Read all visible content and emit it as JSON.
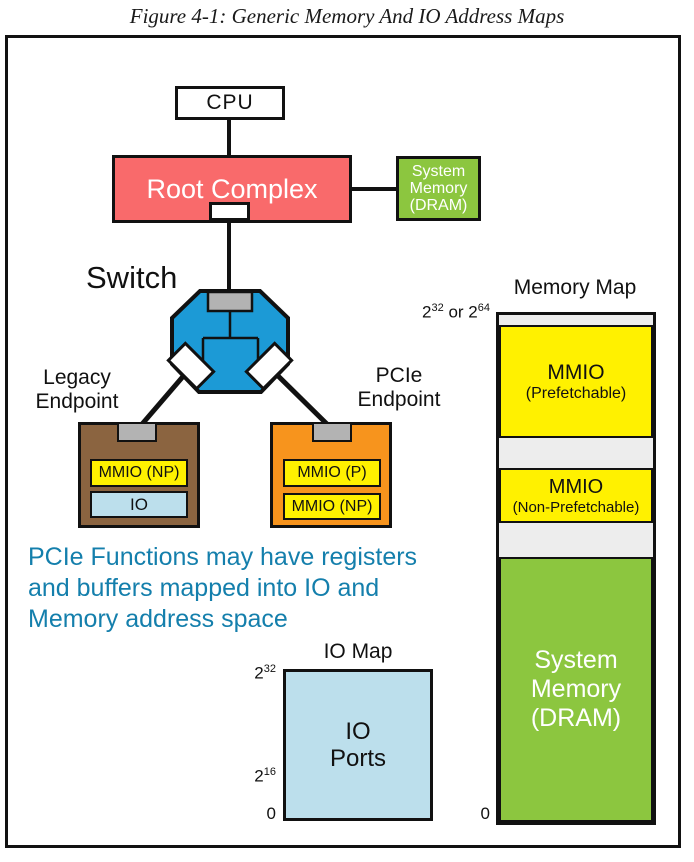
{
  "caption": "Figure 4-1: Generic Memory And IO Address Maps",
  "colors": {
    "root_complex_red": "#F96A6B",
    "memory_green": "#8CC63F",
    "switch_blue": "#1C9AD6",
    "legacy_brown": "#8B6440",
    "endpoint_orange": "#F7941D",
    "mmio_yellow": "#FFF100",
    "io_lightblue": "#BCDFEC",
    "port_gray": "#B3B3B3",
    "map_gray": "#EDEDED",
    "note_teal": "#147FAC"
  },
  "topology": {
    "cpu": "CPU",
    "root_complex": "Root Complex",
    "system_memory_box": {
      "line1": "System",
      "line2": "Memory",
      "line3": "(DRAM)"
    },
    "switch": "Switch",
    "legacy_endpoint": {
      "label_line1": "Legacy",
      "label_line2": "Endpoint",
      "mmio_np": "MMIO (NP)",
      "io": "IO"
    },
    "pcie_endpoint": {
      "label_line1": "PCIe",
      "label_line2": "Endpoint",
      "mmio_p": "MMIO (P)",
      "mmio_np": "MMIO (NP)"
    }
  },
  "note": {
    "lines": [
      "PCIe Functions may have registers",
      "and buffers mapped into IO and",
      "Memory address space"
    ]
  },
  "io_map": {
    "title": "IO Map",
    "body_line1": "IO",
    "body_line2": "Ports",
    "scale_top_base": "2",
    "scale_top_sup": "32",
    "scale_mid_base": "2",
    "scale_mid_sup": "16",
    "scale_zero": "0"
  },
  "memory_map": {
    "title": "Memory Map",
    "range_base1": "2",
    "range_sup1": "32",
    "range_mid": " or ",
    "range_base2": "2",
    "range_sup2": "64",
    "segment_prefetchable": {
      "title": "MMIO",
      "subtitle": "(Prefetchable)"
    },
    "segment_nonprefetchable": {
      "title": "MMIO",
      "subtitle": "(Non-Prefetchable)"
    },
    "segment_dram": {
      "line1": "System",
      "line2": "Memory",
      "line3": "(DRAM)"
    },
    "scale_zero": "0"
  }
}
